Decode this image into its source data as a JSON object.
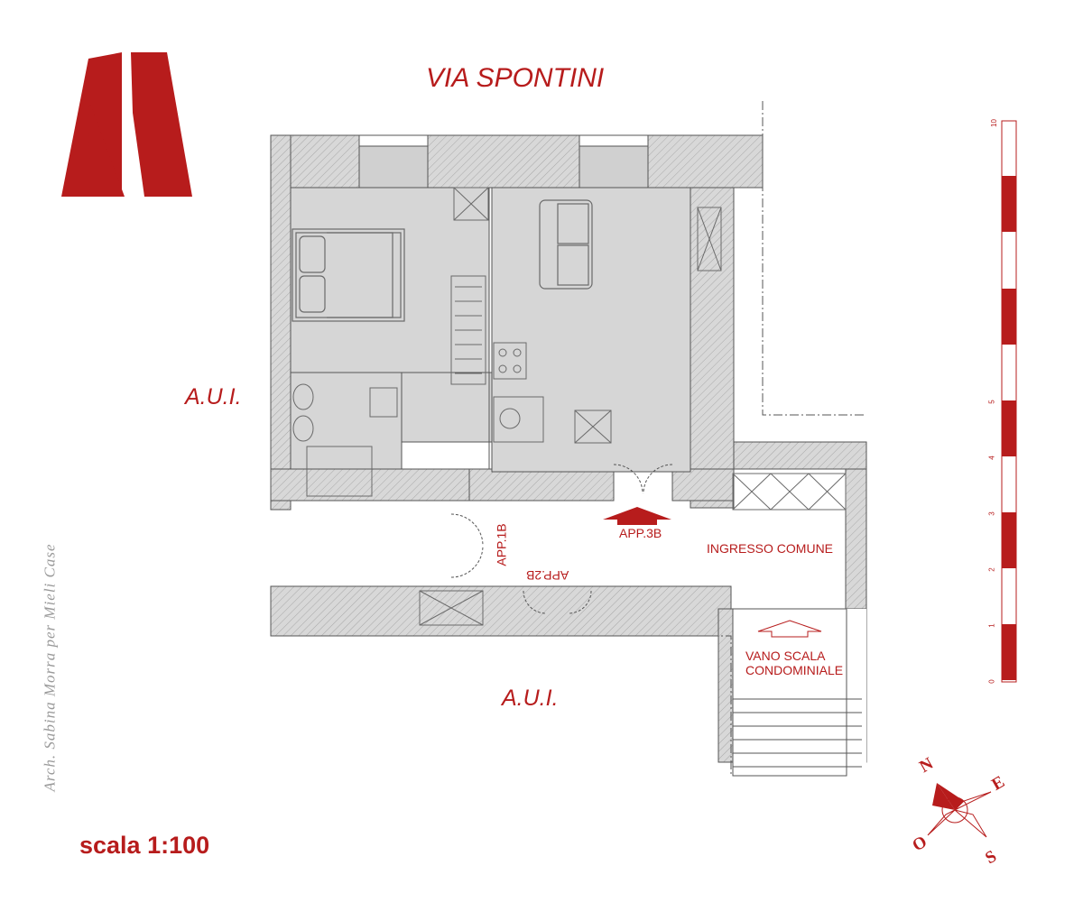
{
  "street_label": "VIA SPONTINI",
  "neighbor_west": "A.U.I.",
  "neighbor_south": "A.U.I.",
  "scale_text": "scala 1:100",
  "credit": "Arch. Sabina Morra per Mieli Case",
  "rooms": {
    "app_3b": "APP.3B",
    "app_1b": "APP.1B",
    "app_2b": "APP.2B",
    "ingresso": "INGRESSO COMUNE",
    "vano_line1": "VANO SCALA",
    "vano_line2": "CONDOMINIALE"
  },
  "scale_bar_ticks": {
    "t0": "0",
    "t1": "1",
    "t2": "2",
    "t3": "3",
    "t4": "4",
    "t5": "5",
    "t10": "10"
  },
  "compass": {
    "n": "N",
    "e": "E",
    "s": "S",
    "o": "O"
  },
  "colors": {
    "accent": "#b71c1c",
    "wall": "#d4d4d4",
    "floor": "#d6d6d6",
    "line": "#555555"
  }
}
